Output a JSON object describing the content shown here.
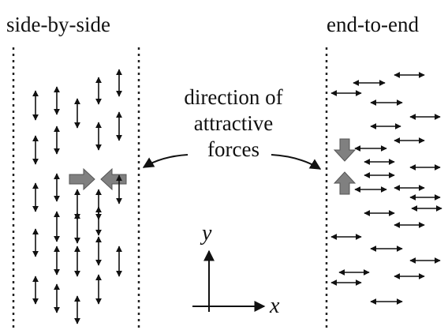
{
  "panels": {
    "left_title": "side-by-side",
    "right_title": "end-to-end"
  },
  "annotation": {
    "lines": [
      "direction of",
      "attractive",
      "forces"
    ]
  },
  "axes": {
    "x_label": "x",
    "y_label": "y"
  },
  "colors": {
    "ink": "#111111",
    "force_arrow": "#808080",
    "dotted": "#222222"
  }
}
